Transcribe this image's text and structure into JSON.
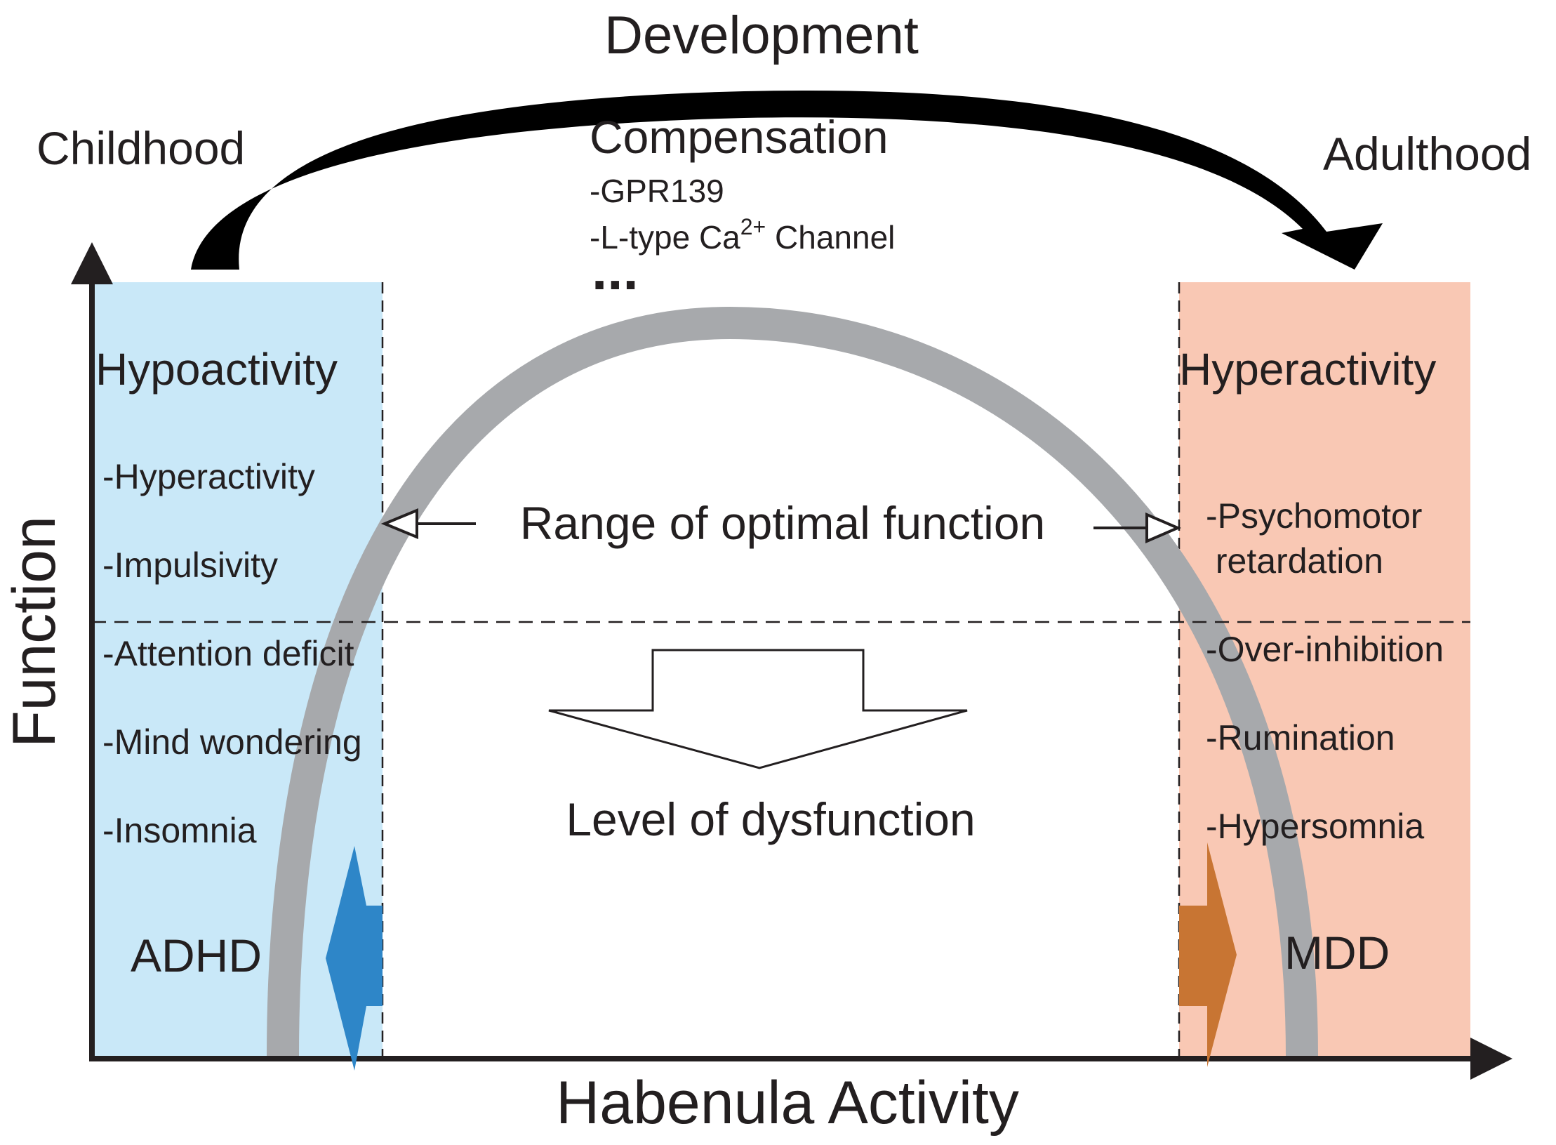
{
  "title": "Development",
  "stage_left": "Childhood",
  "stage_right": "Adulthood",
  "compensation": {
    "heading": "Compensation",
    "item1": "-GPR139",
    "item2_prefix": "-L-type Ca",
    "item2_sup": "2+",
    "item2_suffix": " Channel",
    "ellipsis": "..."
  },
  "x_axis_label": "Habenula Activity",
  "y_axis_label": "Function",
  "optimal_range_label": "Range of optimal function",
  "dysfunction_label": "Level of dysfunction",
  "left_zone": {
    "heading": "Hypoactivity",
    "symptoms": [
      "-Hyperactivity",
      "-Impulsivity",
      "-Attention deficit",
      "-Mind wondering",
      "-Insomnia"
    ],
    "disorder": "ADHD",
    "color": "#c9e8f8",
    "arrow_color": "#2e86c8"
  },
  "right_zone": {
    "heading": "Hyperactivity",
    "symptoms_line1": "-Psychomotor",
    "symptoms_line2": " retardation",
    "symptoms": [
      "-Over-inhibition",
      "-Rumination",
      "-Hypersomnia"
    ],
    "disorder": "MDD",
    "color": "#f9c8b4",
    "arrow_color": "#c87533"
  },
  "curve_color": "#a7a9ac"
}
